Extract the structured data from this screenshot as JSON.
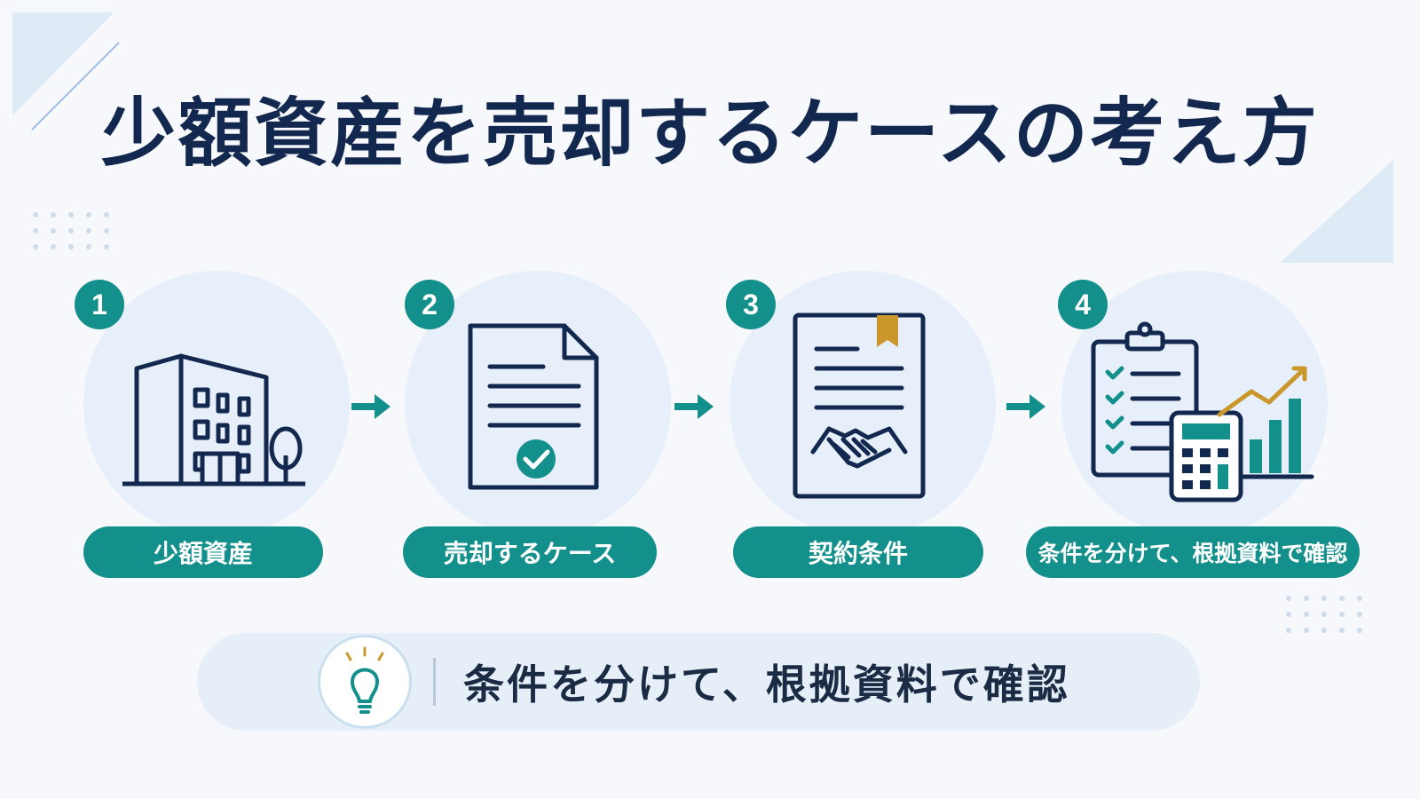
{
  "title": "少額資産を売却するケースの考え方",
  "steps": [
    {
      "number": "1",
      "label": "少額資産",
      "icon": "building-icon"
    },
    {
      "number": "2",
      "label": "売却するケース",
      "icon": "document-check-icon"
    },
    {
      "number": "3",
      "label": "契約条件",
      "icon": "contract-handshake-icon"
    },
    {
      "number": "4",
      "label": "条件を分けて、根拠資料で確認",
      "icon": "checklist-calculator-chart-icon"
    }
  ],
  "callout": {
    "icon": "lightbulb-icon",
    "text": "条件を分けて、根拠資料で確認"
  },
  "colors": {
    "teal": "#138f8c",
    "navy": "#13284f",
    "gold": "#c9972c",
    "circle_bg": "#e7f0fa",
    "page_bg": "#f6f8fb"
  }
}
